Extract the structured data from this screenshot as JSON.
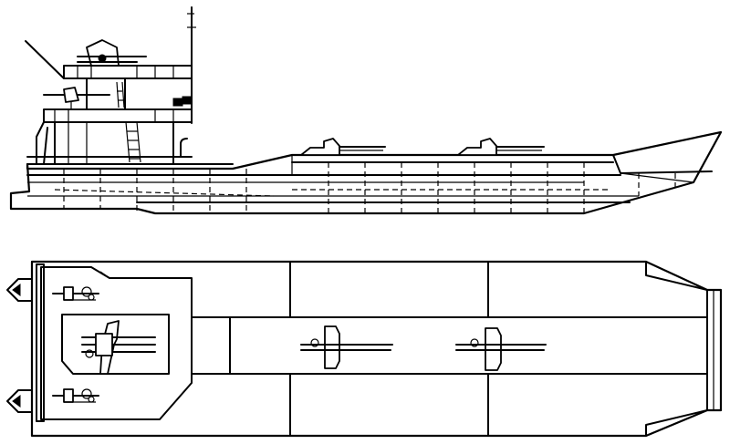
{
  "drawing": {
    "views": [
      {
        "view": "side-elevation",
        "features": [
          "hull",
          "superstructure",
          "mast",
          "antenna",
          "bow-ramp",
          "twin-cannon-mount",
          "machine-gun",
          "ladder",
          "ventilator"
        ]
      },
      {
        "view": "plan-view",
        "features": [
          "deck",
          "deckhouse",
          "bow-ramp",
          "twin-cannon-mount",
          "machine-gun"
        ]
      }
    ],
    "colors": {
      "line": "#000000",
      "background": "#ffffff"
    }
  }
}
